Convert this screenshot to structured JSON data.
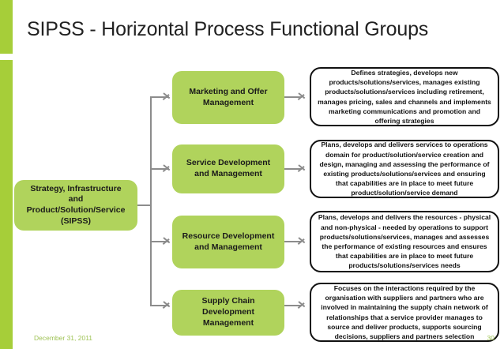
{
  "slide": {
    "title": "SIPSS - Horizontal Process Functional Groups",
    "accent_color": "#a6ce39",
    "box_color": "#b0d35c",
    "connector_color": "#8c8c8c"
  },
  "source": {
    "label": "Strategy, Infrastructure and Product/Solution/Service (SIPSS)",
    "line1": "Strategy, Infrastructure",
    "line2": "and",
    "line3": "Product/Solution/Service",
    "line4": "(SIPSS)"
  },
  "rows": [
    {
      "name": "Marketing and Offer Management",
      "description": "Defines strategies, develops new products/solutions/services, manages existing products/solutions/services including retirement, manages pricing, sales and channels and implements marketing communications and promotion and offering strategies"
    },
    {
      "name": "Service Development and Management",
      "description": "Plans, develops and delivers services to operations domain for product/solution/service creation and design, managing and assessing the performance of existing products/solutions/services and ensuring that capabilities are in place to meet future product/solution/service demand"
    },
    {
      "name": "Resource Development and Management",
      "description": "Plans, develops and delivers the resources - physical and non-physical - needed by operations to support products/solutions/services, manages and assesses the performance of existing resources and ensures that capabilities are in place to meet future products/solutions/services needs"
    },
    {
      "name": "Supply Chain Development Management",
      "description": "Focuses on the interactions required by the organisation with suppliers and partners who are involved in maintaining the supply chain network of relationships that a service provider manages to source and deliver products, supports sourcing decisions, suppliers and partners selection"
    }
  ],
  "footer": {
    "date": "December 31, 2011",
    "page_number": "30"
  }
}
